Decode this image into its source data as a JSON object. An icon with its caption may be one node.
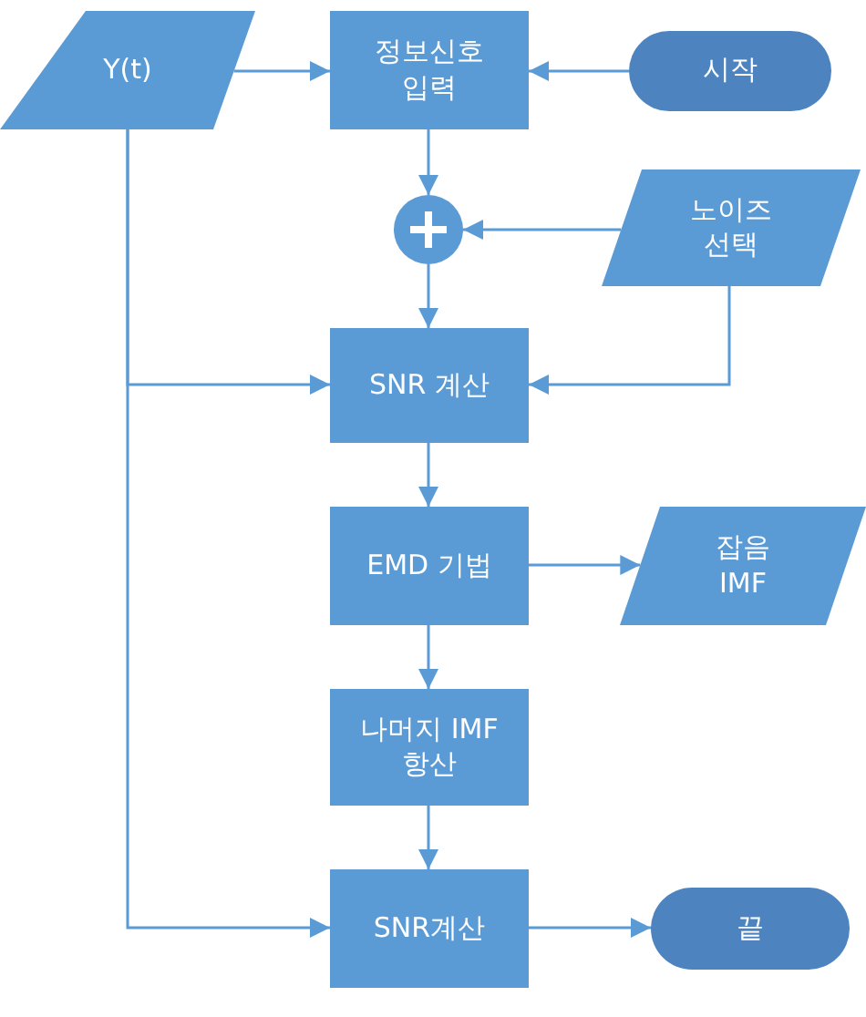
{
  "diagram": {
    "nodes": [
      {
        "text": [
          "Y(t)"
        ]
      },
      {
        "text": [
          "정보신호 입력"
        ]
      },
      {
        "text": [
          "시작"
        ]
      },
      {
        "text": [],
        "shape": "circle"
      },
      {
        "text": [
          "노이즈 선택"
        ]
      },
      {
        "text": [
          "SNR 계산"
        ]
      },
      {
        "text": [
          "EMD 기법"
        ]
      },
      {
        "text": [
          "잡음 IMF"
        ]
      },
      {
        "text": [
          "나머지 IMF 항산"
        ]
      },
      {
        "text": [
          "SNR계산"
        ]
      },
      {
        "text": [
          "끝"
        ]
      }
    ],
    "edges": [
      {
        "from": 0,
        "to": 1,
        "arrow": "to"
      },
      {
        "from": 2,
        "to": 1,
        "arrow": "to"
      },
      {
        "from": 1,
        "to": 3,
        "arrow": "to"
      },
      {
        "from": 4,
        "to": 3,
        "arrow": "to"
      },
      {
        "from": 3,
        "to": 5,
        "arrow": "to"
      },
      {
        "from": 0,
        "to": 5,
        "arrow": "to"
      },
      {
        "from": 4,
        "to": 5,
        "arrow": "to"
      },
      {
        "from": 5,
        "to": 6,
        "arrow": "to"
      },
      {
        "from": 6,
        "to": 7,
        "arrow": "to"
      },
      {
        "from": 6,
        "to": 8,
        "arrow": "to"
      },
      {
        "from": 8,
        "to": 9,
        "arrow": "to"
      },
      {
        "from": 0,
        "to": 9,
        "arrow": "to"
      },
      {
        "from": 9,
        "to": 10,
        "arrow": "to"
      }
    ]
  }
}
